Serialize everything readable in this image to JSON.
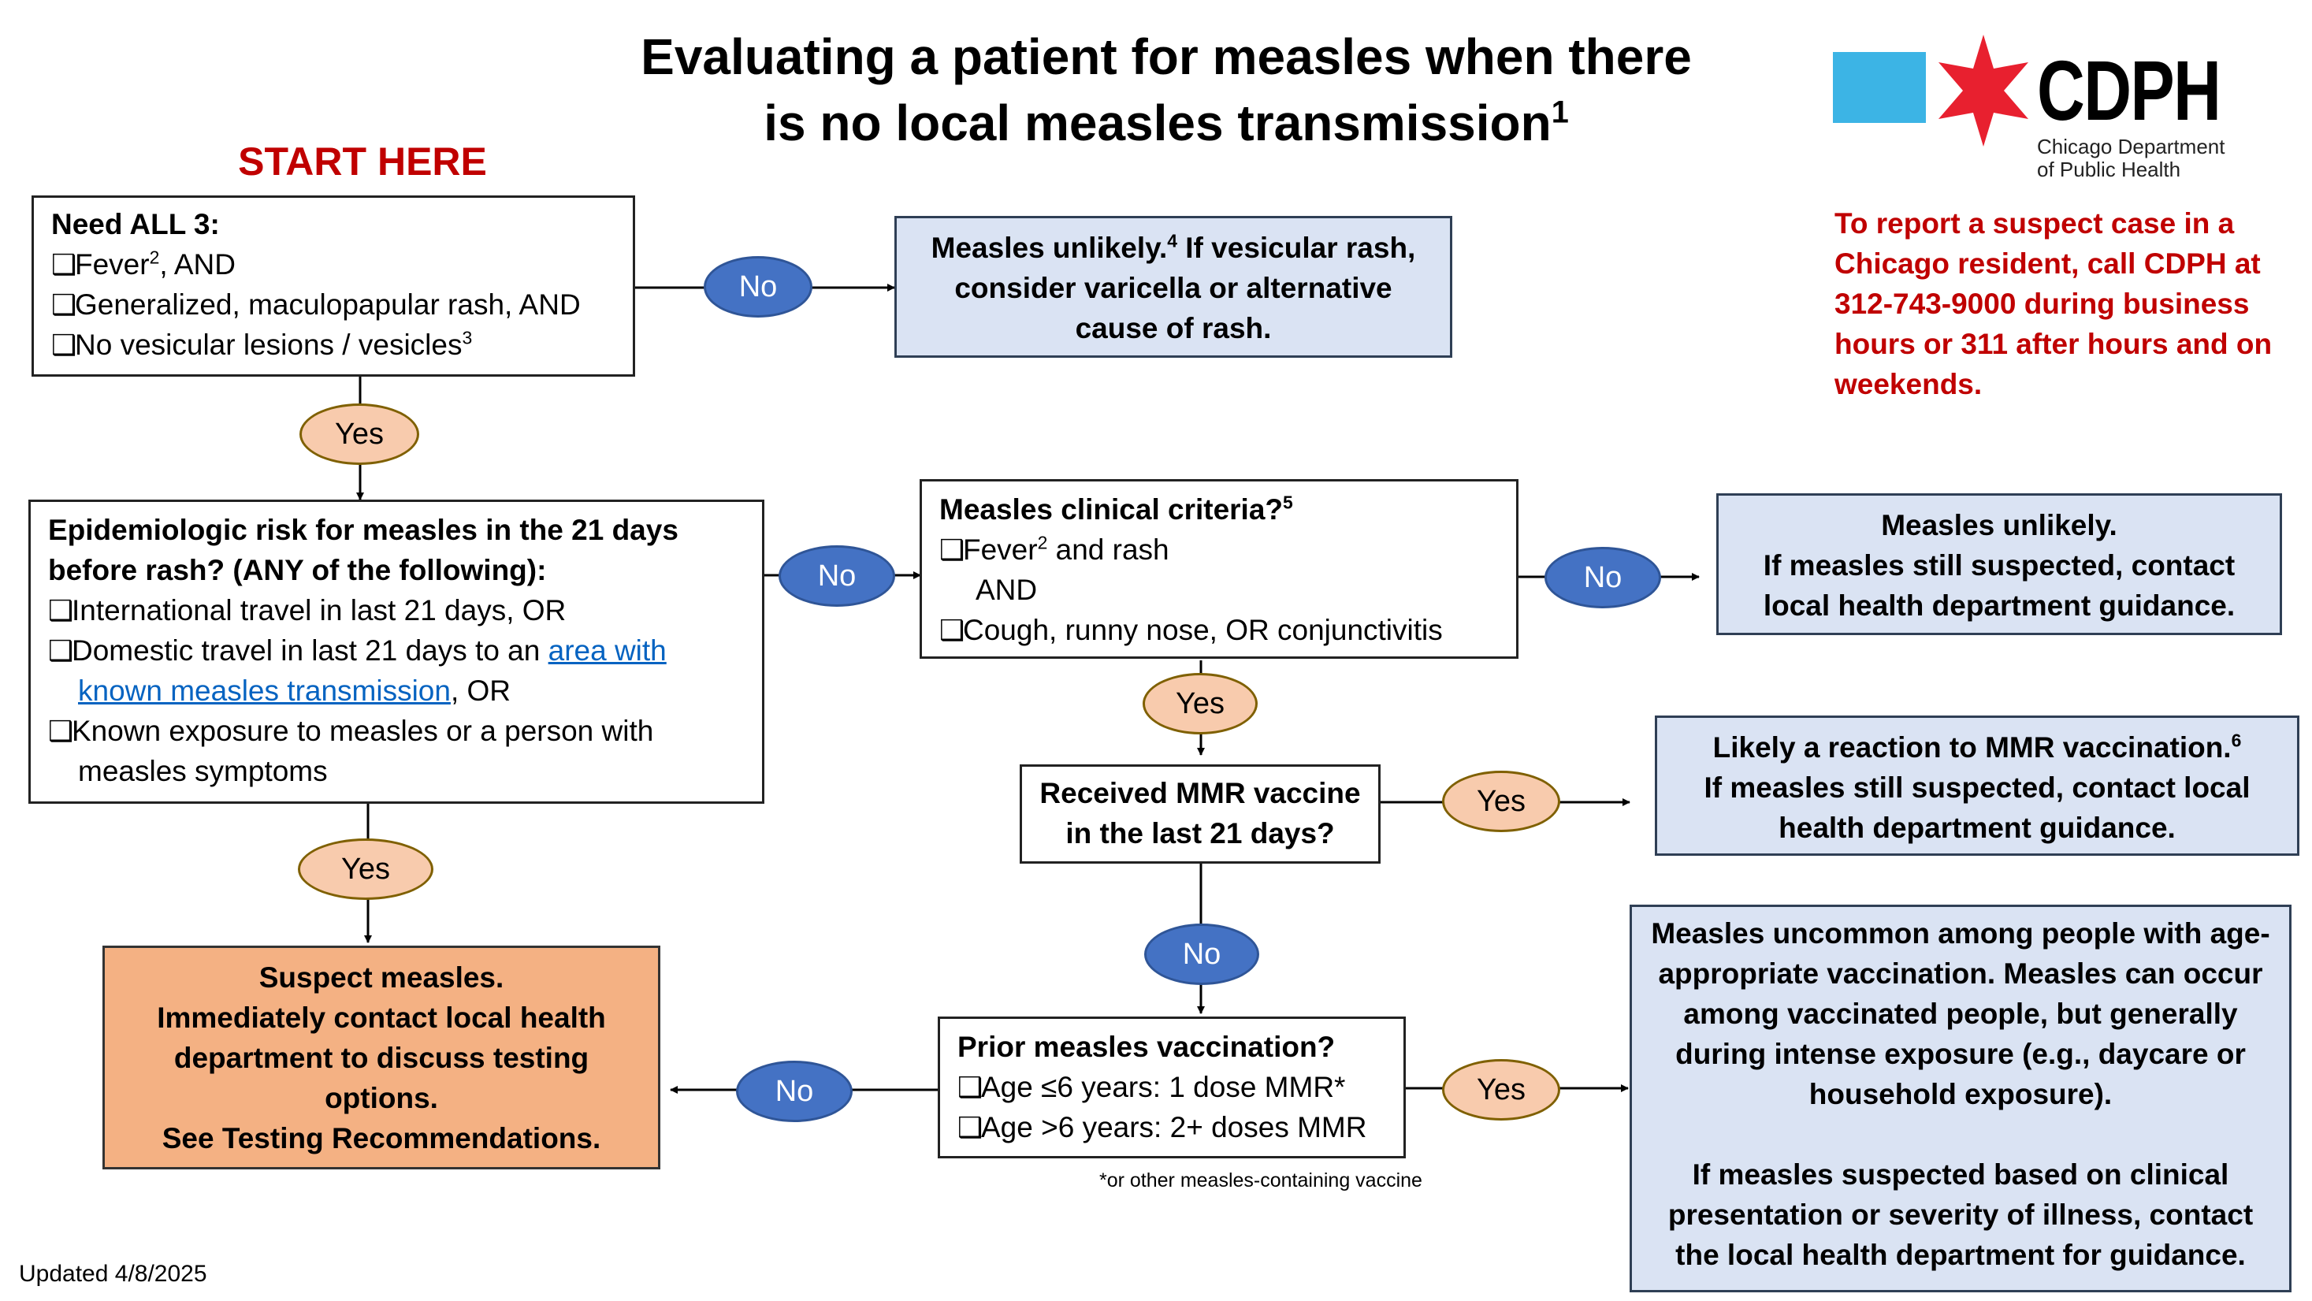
{
  "title": {
    "line1": "Evaluating a patient for measles when there",
    "line2": "is no local measles transmission",
    "sup": "1"
  },
  "start_here": "START HERE",
  "logo": {
    "name": "CDPH",
    "sub1": "Chicago Department",
    "sub2": "of Public Health",
    "colors": {
      "square": "#3cb4e5",
      "star": "#e8202f"
    }
  },
  "report_text": "To report a suspect case in a Chicago resident, call CDPH at 312-743-9000 during business hours or 311 after hours and on weekends.",
  "box1": {
    "heading": "Need ALL 3:",
    "item1": "Fever",
    "item1_sup": "2",
    "item1_tail": ", AND",
    "item2": "Generalized, maculopapular rash, AND",
    "item3": "No vesicular lesions / vesicles",
    "item3_sup": "3"
  },
  "box_unlikely_1": {
    "line1a": "Measles unlikely.",
    "line1_sup": "4",
    "line1b": " If vesicular rash,",
    "line2": "consider varicella or alternative",
    "line3": "cause of rash."
  },
  "box_epi": {
    "heading1": "Epidemiologic risk for measles in the 21 days",
    "heading2": "before rash? (ANY of the following):",
    "item1": "International travel in last 21 days, OR",
    "item2a": "Domestic travel in last 21 days to an ",
    "item2_link1": "area with",
    "item2_link2": "known measles transmission",
    "item2b": ", OR",
    "item3a": "Known exposure to measles or a person with",
    "item3b": "measles symptoms"
  },
  "box_clinical": {
    "heading": "Measles clinical criteria?",
    "heading_sup": "5",
    "item1": "Fever",
    "item1_sup": "2",
    "item1_tail": " and rash",
    "and": "AND",
    "item2": "Cough, runny nose, OR conjunctivitis"
  },
  "box_unlikely_2": {
    "line1": "Measles unlikely.",
    "line2": "If measles still suspected, contact",
    "line3": "local health department guidance."
  },
  "box_mmr": {
    "line1": "Received MMR vaccine",
    "line2": "in the last 21 days?"
  },
  "box_reaction": {
    "line1": "Likely a reaction to MMR vaccination.",
    "line1_sup": "6",
    "line2": "If measles still suspected, contact local",
    "line3": "health department guidance."
  },
  "box_suspect": {
    "line1": "Suspect measles.",
    "line2": "Immediately contact local health",
    "line3": "department to discuss testing",
    "line4": "options.",
    "line5": "See Testing Recommendations."
  },
  "box_prior": {
    "heading": "Prior measles vaccination?",
    "item1": "Age ≤6 years: 1 dose MMR*",
    "item2": "Age >6 years: 2+ doses MMR"
  },
  "box_uncommon": {
    "p1_l1": "Measles uncommon among people with age-",
    "p1_l2": "appropriate vaccination. Measles can occur",
    "p1_l3": "among vaccinated people, but generally",
    "p1_l4": "during intense exposure (e.g., daycare or",
    "p1_l5": "household exposure).",
    "p2_l1": "If measles suspected based on clinical",
    "p2_l2": "presentation or severity of illness, contact",
    "p2_l3": "the local health department for guidance."
  },
  "labels": {
    "no": "No",
    "yes": "Yes"
  },
  "checkbox_glyph": "❑",
  "footnote": "*or other measles-containing vaccine",
  "updated": "Updated 4/8/2025"
}
